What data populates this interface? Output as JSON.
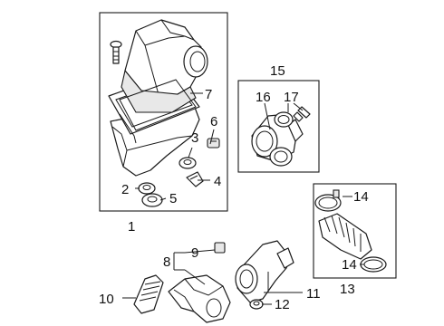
{
  "diagram": {
    "callouts": [
      {
        "id": "c1",
        "label": "1"
      },
      {
        "id": "c2",
        "label": "2"
      },
      {
        "id": "c3",
        "label": "3"
      },
      {
        "id": "c4",
        "label": "4"
      },
      {
        "id": "c5",
        "label": "5"
      },
      {
        "id": "c6",
        "label": "6"
      },
      {
        "id": "c7",
        "label": "7"
      },
      {
        "id": "c8",
        "label": "8"
      },
      {
        "id": "c9",
        "label": "9"
      },
      {
        "id": "c10",
        "label": "10"
      },
      {
        "id": "c11",
        "label": "11"
      },
      {
        "id": "c12",
        "label": "12"
      },
      {
        "id": "c13",
        "label": "13"
      },
      {
        "id": "c14a",
        "label": "14"
      },
      {
        "id": "c14b",
        "label": "14"
      },
      {
        "id": "c15",
        "label": "15"
      },
      {
        "id": "c16",
        "label": "16"
      },
      {
        "id": "c17",
        "label": "17"
      }
    ]
  }
}
